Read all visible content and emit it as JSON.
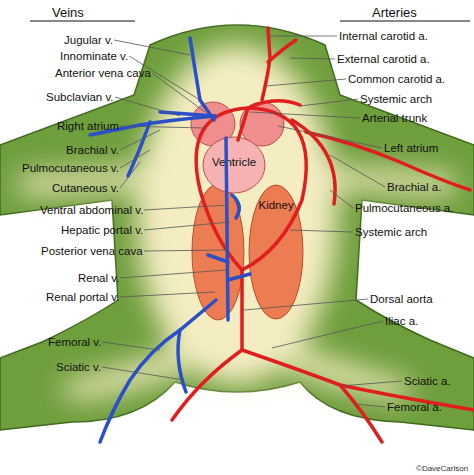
{
  "diagram": {
    "nodes": [
      {
        "text": [
          "Ventricle"
        ]
      },
      {
        "text": [
          "Kidney"
        ]
      }
    ],
    "labels": [
      "Veins",
      "Jugular v.",
      "Innominate v.",
      "Anterior vena cava",
      "Subclavian v.",
      "Right atrium",
      "Brachial v.",
      "Pulmocutaneous v.",
      "Cutaneous v.",
      "Ventral abdominal v.",
      "Hepatic portal v.",
      "Posterior vena cava",
      "Renal v.",
      "Renal portal v.",
      "Femoral v.",
      "Sciatic v.",
      "Arteries",
      "Internal carotid a.",
      "External carotid a.",
      "Common carotid a.",
      "Systemic arch",
      "Arterial trunk",
      "Left atrium",
      "Brachial a.",
      "Pulmocutaneous a.",
      "Systemic arch",
      "Dorsal aorta",
      "Iliac a.",
      "Sciatic a.",
      "Femoral a.",
      "©DaveCarlson"
    ]
  }
}
